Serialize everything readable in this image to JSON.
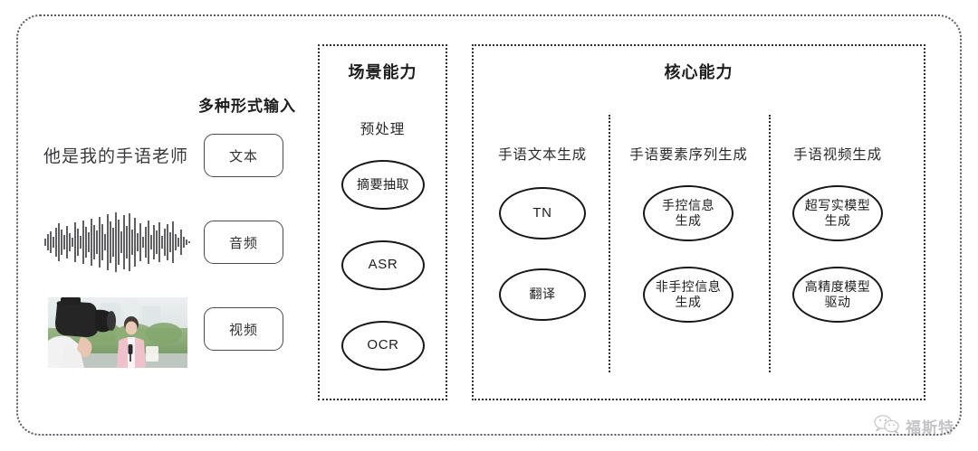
{
  "diagram": {
    "input_panel": {
      "title": "多种形式输入",
      "sample_text": "他是我的手语老师",
      "modalities": [
        {
          "label": "文本"
        },
        {
          "label": "音频"
        },
        {
          "label": "视频"
        }
      ],
      "media": {
        "waveform_alt": "audio-waveform",
        "video_alt": "video-thumbnail"
      }
    },
    "scene_capability": {
      "title": "场景能力",
      "subsection": "预处理",
      "nodes": [
        {
          "label": "摘要抽取",
          "script": "cjk"
        },
        {
          "label": "ASR",
          "script": "latin"
        },
        {
          "label": "OCR",
          "script": "latin"
        }
      ]
    },
    "core_capability": {
      "title": "核心能力",
      "columns": [
        {
          "label": "手语文本生成",
          "nodes": [
            {
              "line1": "TN",
              "line2": "",
              "script": "latin"
            },
            {
              "line1": "翻译",
              "line2": "",
              "script": "cjk"
            }
          ]
        },
        {
          "label": "手语要素序列生成",
          "nodes": [
            {
              "line1": "手控信息",
              "line2": "生成",
              "script": "cjk"
            },
            {
              "line1": "非手控信息",
              "line2": "生成",
              "script": "cjk"
            }
          ]
        },
        {
          "label": "手语视频生成",
          "nodes": [
            {
              "line1": "超写实模型",
              "line2": "生成",
              "script": "cjk"
            },
            {
              "line1": "高精度模型",
              "line2": "驱动",
              "script": "cjk"
            }
          ]
        }
      ]
    },
    "watermark": {
      "text": "福斯特",
      "icon": "wechat-icon"
    },
    "colors": {
      "border_dark": "#17171a",
      "border_dotted": "#2f2f33",
      "frame_dotted": "#5a5a62",
      "text": "#1d1d1f",
      "watermark": "#8a8a90"
    }
  }
}
